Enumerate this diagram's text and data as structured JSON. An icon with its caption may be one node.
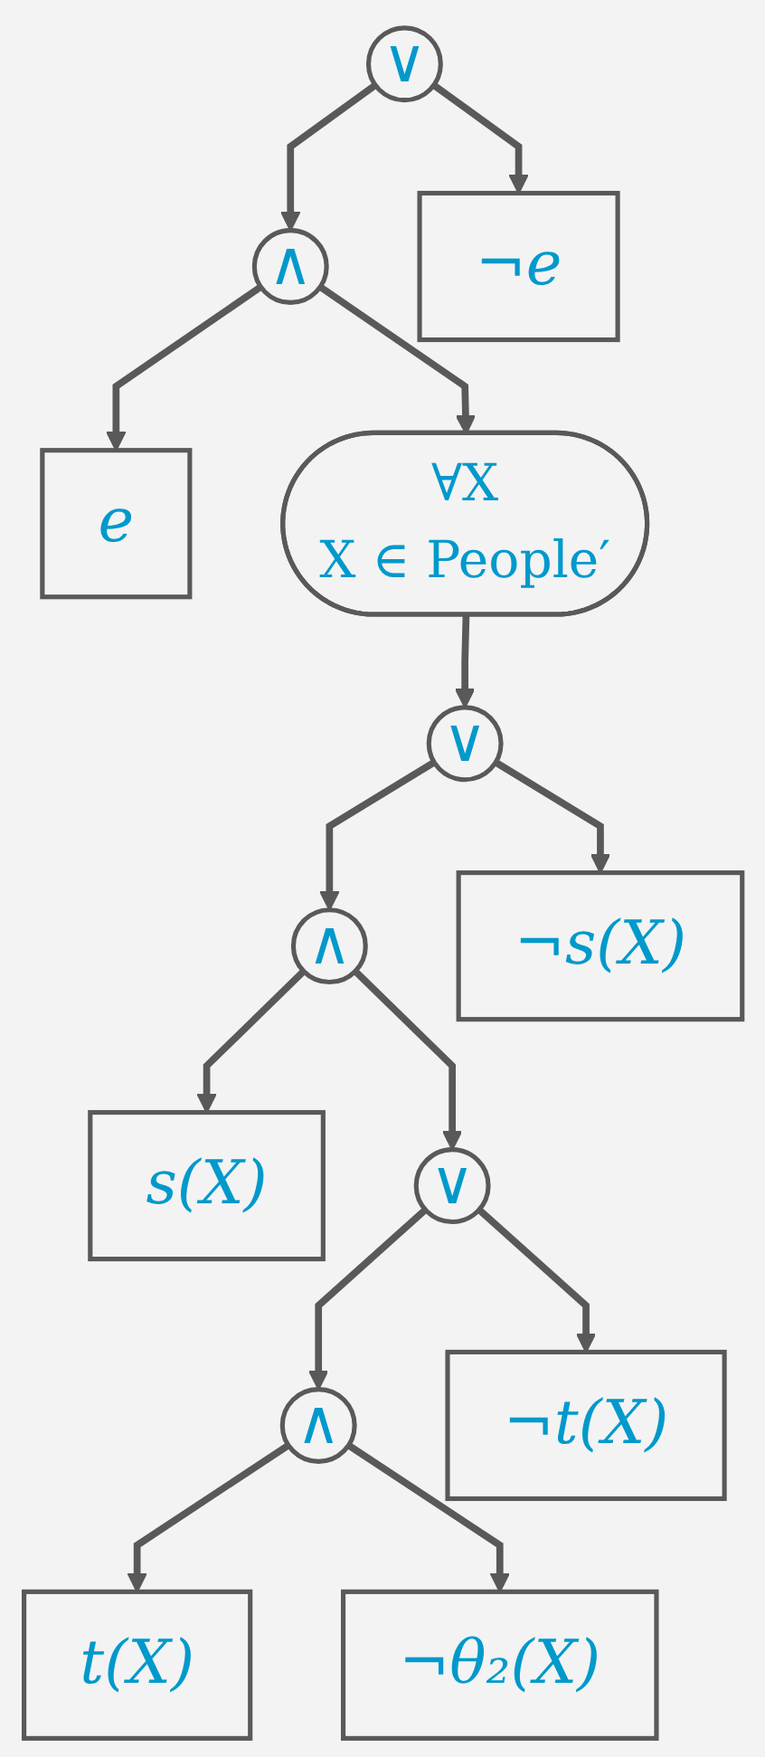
{
  "diagram": {
    "nodes": [
      {
        "text": [
          "∨"
        ]
      },
      {
        "text": [
          "∧"
        ]
      },
      {
        "text": [
          "¬e"
        ]
      },
      {
        "text": [
          "e"
        ]
      },
      {
        "text": [
          "∀X",
          "X ∈ People′"
        ]
      },
      {
        "text": [
          "∨"
        ]
      },
      {
        "text": [
          "∧"
        ]
      },
      {
        "text": [
          "¬s(X)"
        ]
      },
      {
        "text": [
          "s(X)"
        ]
      },
      {
        "text": [
          "∨"
        ]
      },
      {
        "text": [
          "∧"
        ]
      },
      {
        "text": [
          "¬t(X)"
        ]
      },
      {
        "text": [
          "t(X)"
        ]
      },
      {
        "text": [
          "¬θ₂(X)"
        ]
      }
    ],
    "edges": [
      {
        "from": 0,
        "to": 1,
        "arrow": "to"
      },
      {
        "from": 0,
        "to": 2,
        "arrow": "to"
      },
      {
        "from": 1,
        "to": 3,
        "arrow": "to"
      },
      {
        "from": 1,
        "to": 4,
        "arrow": "to"
      },
      {
        "from": 4,
        "to": 5,
        "arrow": "to"
      },
      {
        "from": 5,
        "to": 6,
        "arrow": "to"
      },
      {
        "from": 5,
        "to": 7,
        "arrow": "to"
      },
      {
        "from": 6,
        "to": 8,
        "arrow": "to"
      },
      {
        "from": 6,
        "to": 9,
        "arrow": "to"
      },
      {
        "from": 9,
        "to": 10,
        "arrow": "to"
      },
      {
        "from": 9,
        "to": 11,
        "arrow": "to"
      },
      {
        "from": 10,
        "to": 12,
        "arrow": "to"
      },
      {
        "from": 10,
        "to": 13,
        "arrow": "to"
      }
    ]
  }
}
